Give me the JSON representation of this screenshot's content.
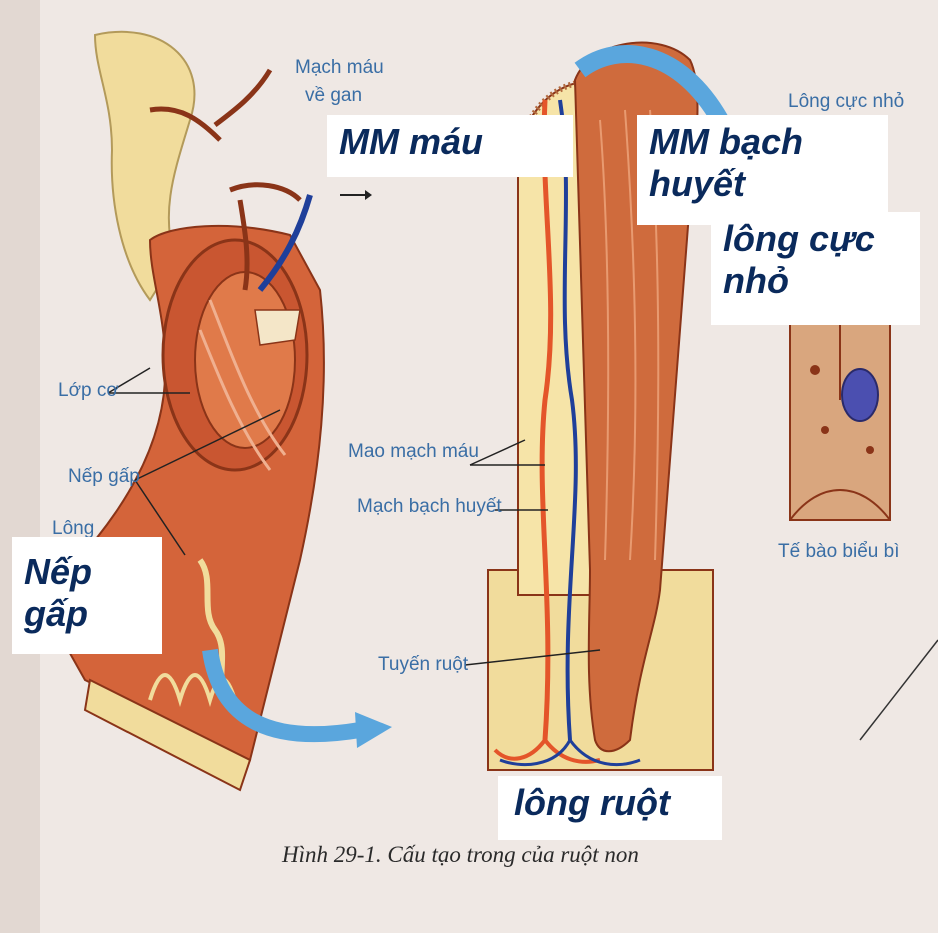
{
  "caption": "Hình 29-1. Cấu tạo trong của ruột non",
  "labels": {
    "mach_mau_ve_gan_line1": "Mạch máu",
    "mach_mau_ve_gan_line2": "về gan",
    "long_cuc_nho_small": "Lông cực nhỏ",
    "lop_co": "Lớp cơ",
    "nep_gap": "Nếp gấp",
    "long_small": "Lông",
    "mao_mach_mau": "Mao mạch máu",
    "mach_bach_huyet": "Mạch bạch huyết",
    "tuyen_ruot": "Tuyến ruột",
    "te_bao_bieu_bi": "Tế bào biểu bì"
  },
  "overlays": {
    "mm_mau": "MM máu",
    "mm_bach_huyet_line1": "MM bạch",
    "mm_bach_huyet_line2": "huyết",
    "long_cuc_nho_line1": "lông cực",
    "long_cuc_nho_line2": "nhỏ",
    "nep_gap_line1": "Nếp",
    "nep_gap_line2": "gấp",
    "long_ruot": "lông ruột"
  },
  "colors": {
    "tissue": "#d4643a",
    "tissue_dark": "#a8401f",
    "outer": "#f2dfa0",
    "blood": "#e4552a",
    "lymph": "#1f3f9a",
    "arrow": "#5aa6dd",
    "overlay_text": "#0a2a5c"
  }
}
